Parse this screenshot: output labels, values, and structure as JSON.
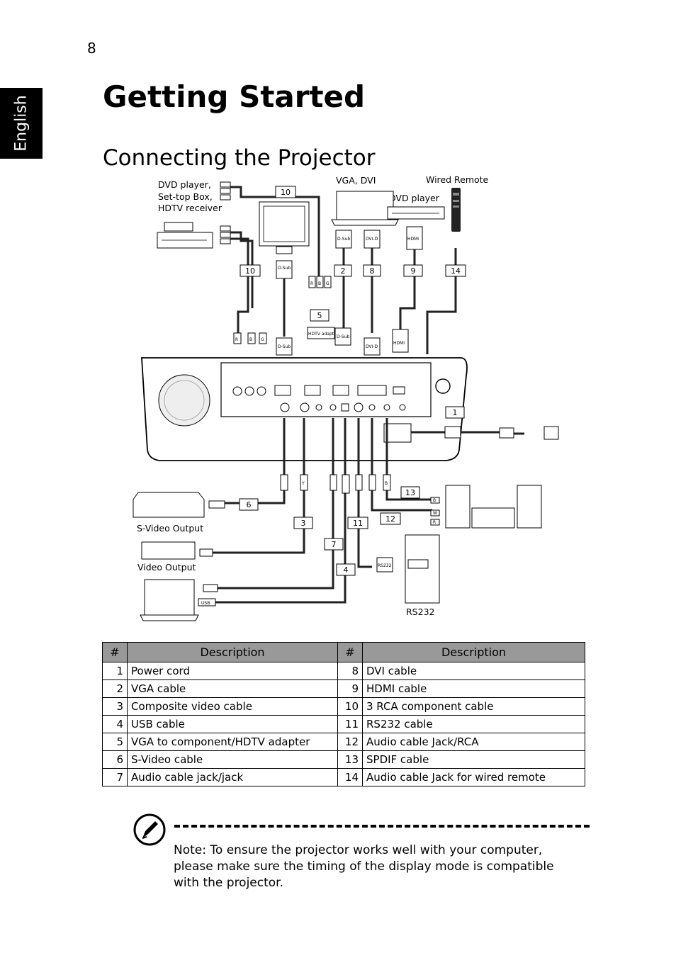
{
  "page": {
    "number": "8",
    "language_tab": "English"
  },
  "heading": {
    "title": "Getting Started",
    "subtitle": "Connecting the Projector"
  },
  "diagram": {
    "labels": {
      "dvd_settop": [
        "DVD player,",
        "Set-top Box,",
        "HDTV receiver"
      ],
      "vga_dvi": "VGA, DVI",
      "dvd_player": "DVD player",
      "wired_remote": "Wired Remote",
      "svideo_output": "S-Video Output",
      "video_output": "Video Output",
      "rs232": "RS232"
    },
    "connector_labels": {
      "dsub": "D-Sub",
      "dvid": "DVI-D",
      "hdmi": "HDMI",
      "hdtv_adapter": "HDTV adapter",
      "usb": "USB",
      "rs232_plug": "RS232",
      "r": "R",
      "b": "B",
      "g": "G",
      "y": "Y",
      "w": "W"
    },
    "callouts": {
      "c1": "1",
      "c2": "2",
      "c3": "3",
      "c4": "4",
      "c5": "5",
      "c6": "6",
      "c7": "7",
      "c8": "8",
      "c9": "9",
      "c10": "10",
      "c11": "11",
      "c12": "12",
      "c13": "13",
      "c14": "14"
    }
  },
  "table": {
    "headers": {
      "num": "#",
      "desc": "Description"
    },
    "rows": [
      {
        "left_num": "1",
        "left_desc": "Power cord",
        "right_num": "8",
        "right_desc": "DVI cable"
      },
      {
        "left_num": "2",
        "left_desc": "VGA cable",
        "right_num": "9",
        "right_desc": "HDMI cable"
      },
      {
        "left_num": "3",
        "left_desc": "Composite video cable",
        "right_num": "10",
        "right_desc": "3 RCA component cable"
      },
      {
        "left_num": "4",
        "left_desc": "USB cable",
        "right_num": "11",
        "right_desc": "RS232 cable"
      },
      {
        "left_num": "5",
        "left_desc": "VGA to component/HDTV adapter",
        "right_num": "12",
        "right_desc": "Audio cable Jack/RCA"
      },
      {
        "left_num": "6",
        "left_desc": "S-Video cable",
        "right_num": "13",
        "right_desc": "SPDIF cable"
      },
      {
        "left_num": "7",
        "left_desc": "Audio cable jack/jack",
        "right_num": "14",
        "right_desc": "Audio cable Jack for wired remote"
      }
    ]
  },
  "note": {
    "label": "Note:",
    "text": "To ensure the projector works well with your computer, please make sure the timing of the display mode is compatible with the projector."
  }
}
